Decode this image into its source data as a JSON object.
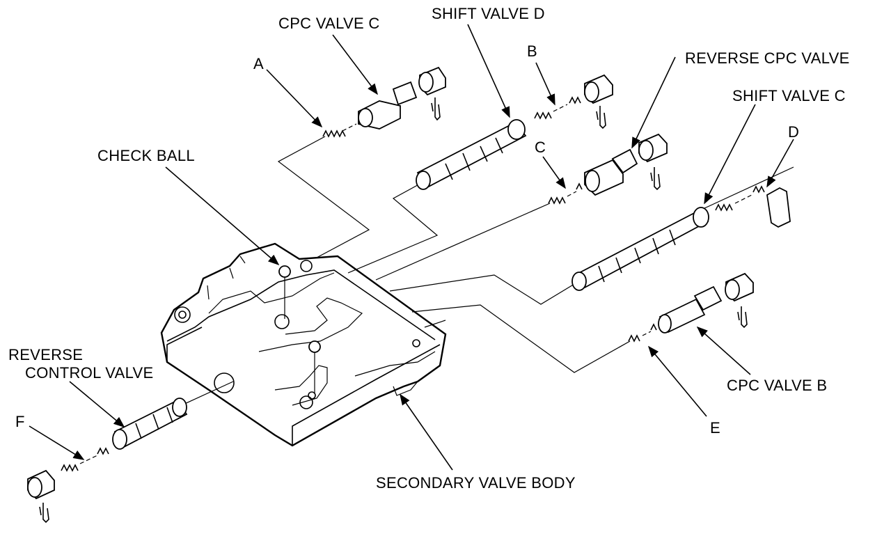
{
  "labels": {
    "cpc_valve_c": "CPC VALVE C",
    "shift_valve_d": "SHIFT VALVE D",
    "a": "A",
    "b": "B",
    "reverse_cpc_valve": "REVERSE CPC VALVE",
    "shift_valve_c": "SHIFT VALVE C",
    "c": "C",
    "d": "D",
    "check_ball": "CHECK BALL",
    "reverse_control_valve_line1": "REVERSE",
    "reverse_control_valve_line2": "CONTROL VALVE",
    "f": "F",
    "cpc_valve_b": "CPC VALVE B",
    "e": "E",
    "secondary_valve_body": "SECONDARY VALVE BODY"
  }
}
